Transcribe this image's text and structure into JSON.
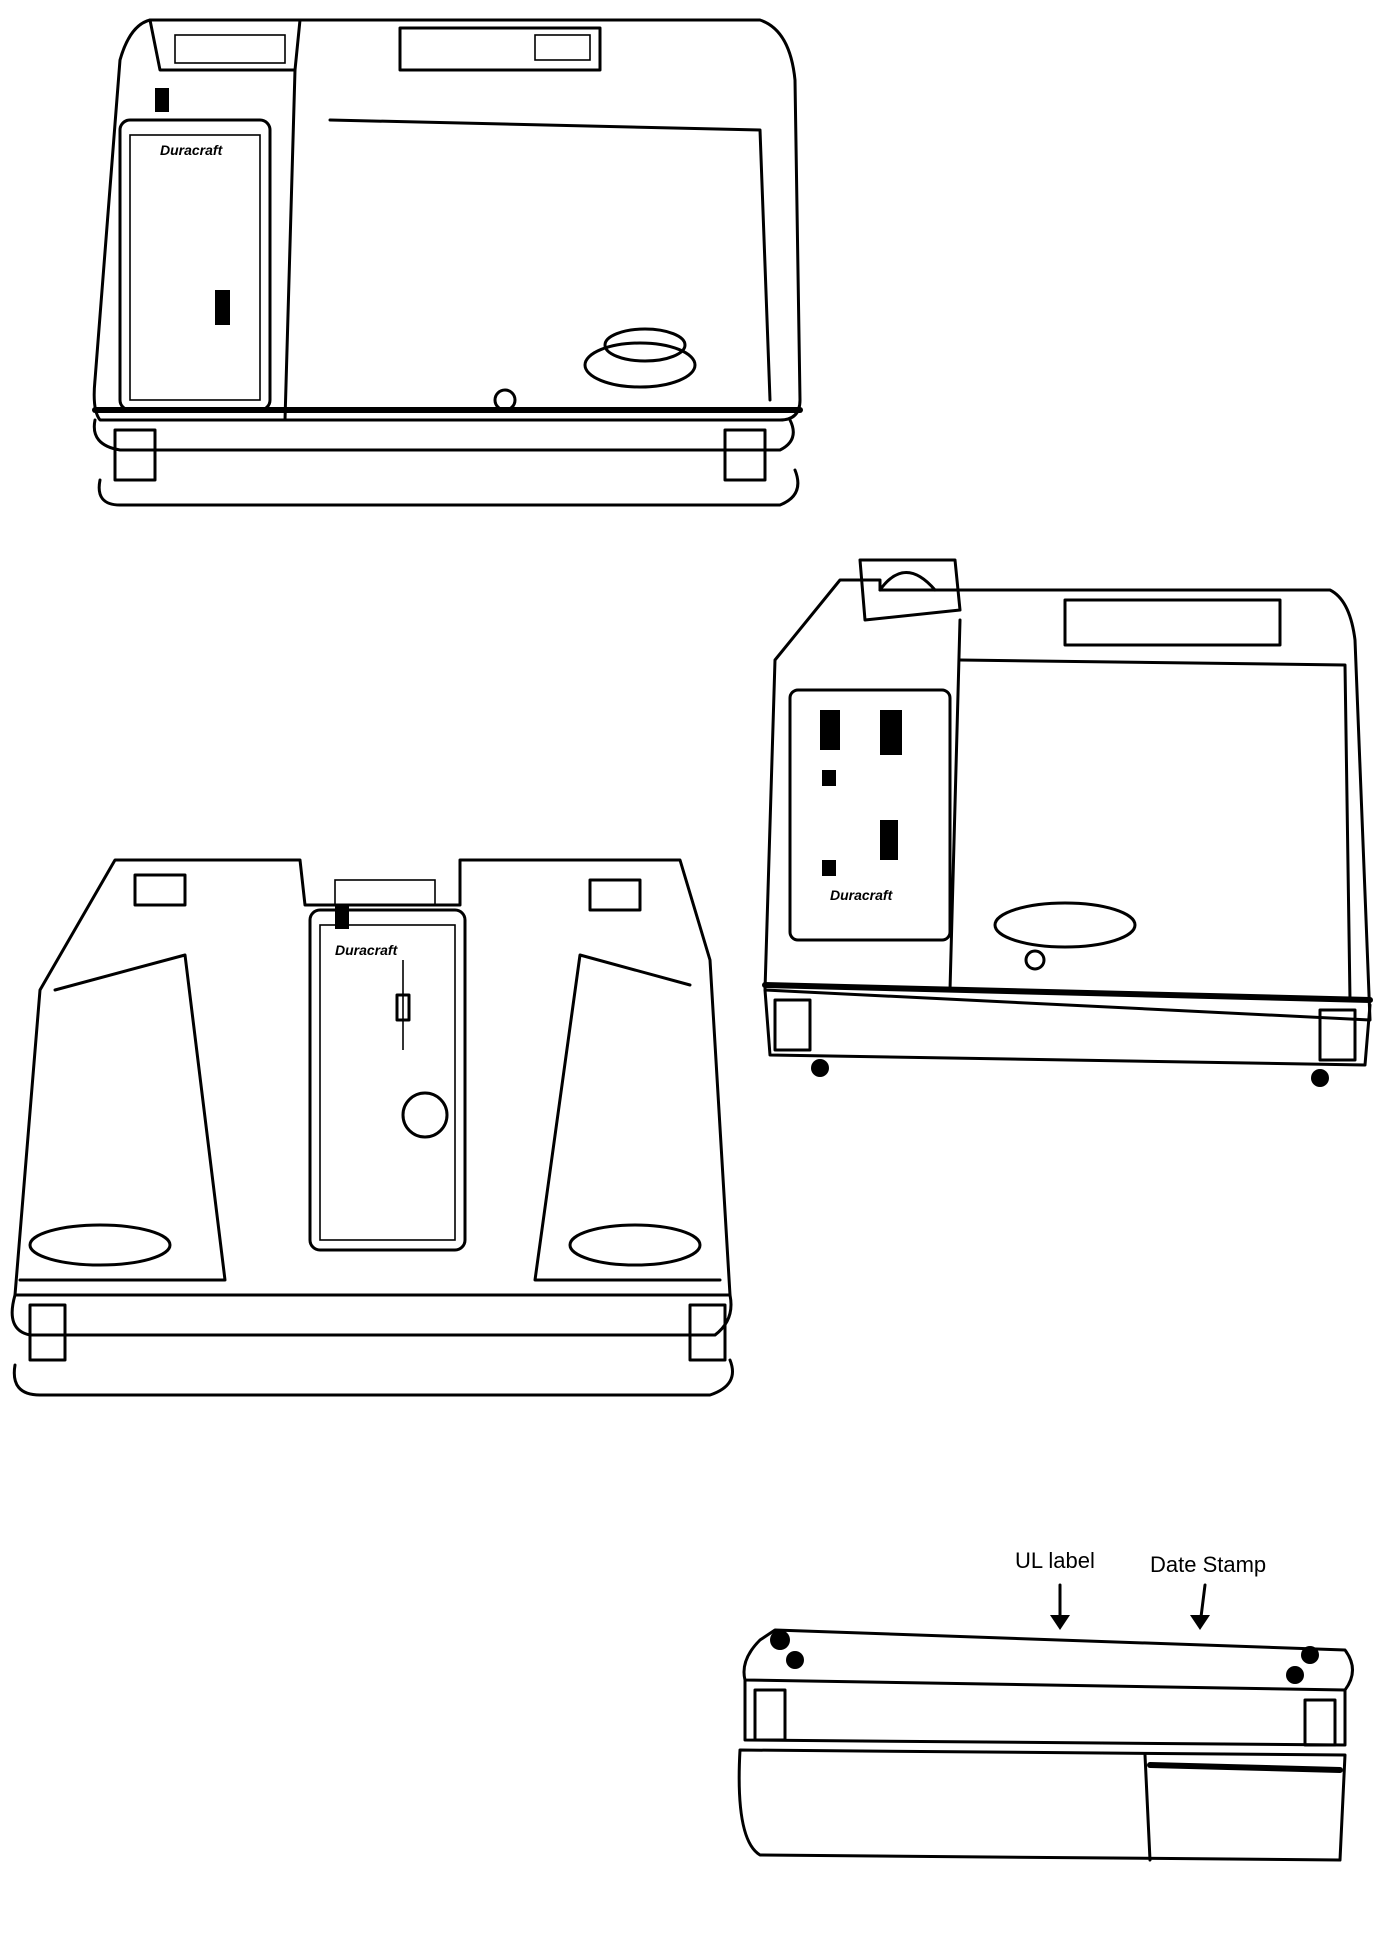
{
  "figures": [
    {
      "id": "single-tank-humidifier-front",
      "logo": "Duracraft"
    },
    {
      "id": "single-tank-humidifier-angled",
      "logo": "Duracraft"
    },
    {
      "id": "dual-tank-humidifier",
      "logo": "Duracraft"
    },
    {
      "id": "humidifier-base-underside",
      "labels": {
        "ul_label": "UL label",
        "date_stamp": "Date Stamp"
      }
    }
  ]
}
